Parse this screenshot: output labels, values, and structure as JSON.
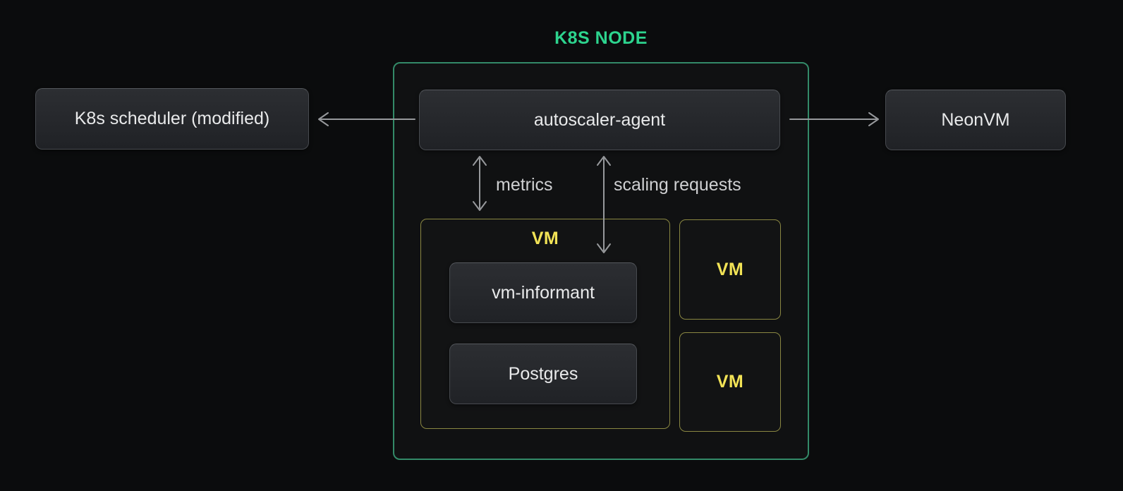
{
  "diagram": {
    "title": "K8S NODE",
    "nodes": {
      "scheduler": "K8s scheduler (modified)",
      "agent": "autoscaler-agent",
      "neonvm": "NeonVM",
      "vm_group": "VM",
      "vm_informant": "vm-informant",
      "postgres": "Postgres",
      "vm_small_top": "VM",
      "vm_small_bottom": "VM"
    },
    "edge_labels": {
      "metrics": "metrics",
      "scaling_requests": "scaling requests"
    },
    "colors": {
      "background": "#0b0c0d",
      "k8s_node_border": "#338a68",
      "k8s_node_title": "#2dd48e",
      "vm_border": "#8a8742",
      "vm_label": "#f2e356",
      "component_fill": "#26282c",
      "component_border": "#474a4f",
      "component_text": "#e9eaeb",
      "arrow": "#97999c"
    }
  }
}
